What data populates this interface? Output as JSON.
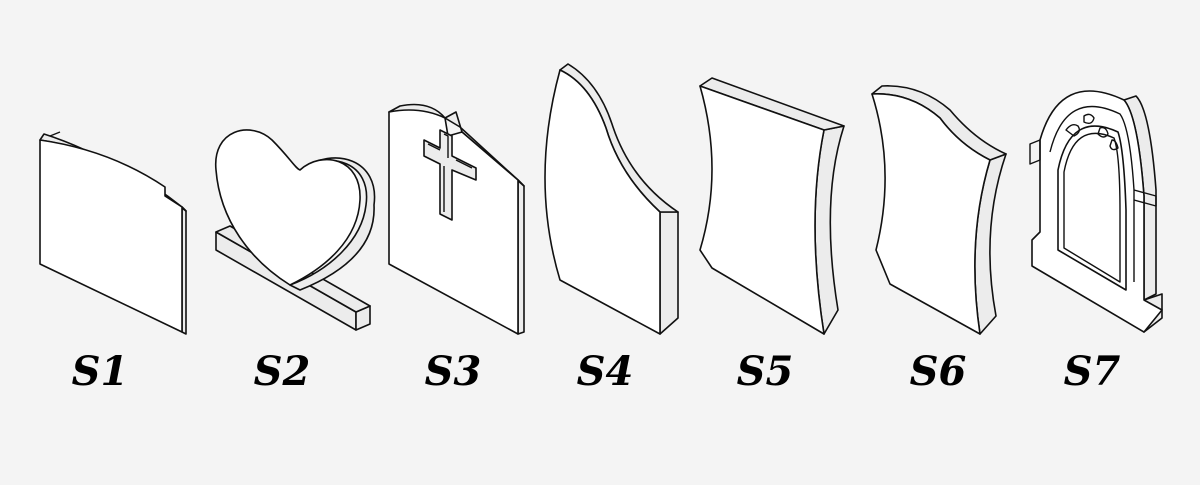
{
  "background_color": "#f4f4f4",
  "line_color": "#111111",
  "shapes": [
    {
      "id": "s1",
      "label": "S1"
    },
    {
      "id": "s2",
      "label": "S2"
    },
    {
      "id": "s3",
      "label": "S3"
    },
    {
      "id": "s4",
      "label": "S4"
    },
    {
      "id": "s5",
      "label": "S5"
    },
    {
      "id": "s6",
      "label": "S6"
    },
    {
      "id": "s7",
      "label": "S7"
    }
  ]
}
